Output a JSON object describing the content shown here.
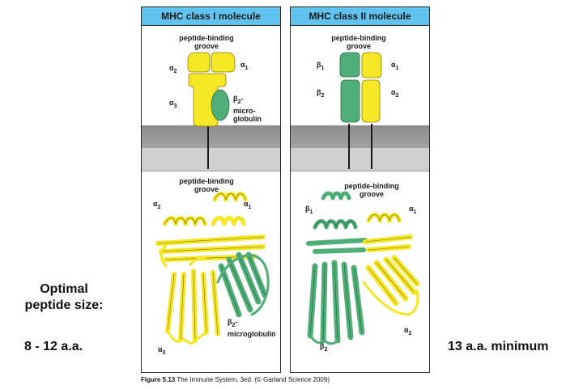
{
  "class1": {
    "title": "MHC class I molecule",
    "groove_top": "peptide-binding\ngroove",
    "a1": "α1",
    "a2": "α2",
    "a3": "α3",
    "b2m_top": "β2-\nmicro-\nglobulin",
    "groove_bottom": "peptide-binding\ngroove",
    "a1_b": "α1",
    "a2_b": "α2",
    "a3_b": "α3",
    "b2m_bottom": "β2-\nmicroglobulin"
  },
  "class2": {
    "title": "MHC class II molecule",
    "groove_top": "peptide-binding\ngroove",
    "b1": "β1",
    "b2": "β2",
    "a1": "α1",
    "a2": "α2",
    "groove_bottom": "peptide-binding\ngroove",
    "b1_b": "β1",
    "a1_b": "α1",
    "a2_b": "α2",
    "b2_b": "β2"
  },
  "side": {
    "optimal": "Optimal\npeptide size:",
    "class1_size": "8 - 12 a.a.",
    "class2_size": "13 a.a. minimum"
  },
  "caption": {
    "figure": "Figure 5.13",
    "source": "The Immune System, 3ed. (© Garland Science 2009)"
  },
  "colors": {
    "alpha_chain": "#f5e626",
    "beta_chain": "#4fae78",
    "header": "#5fc3ee"
  }
}
